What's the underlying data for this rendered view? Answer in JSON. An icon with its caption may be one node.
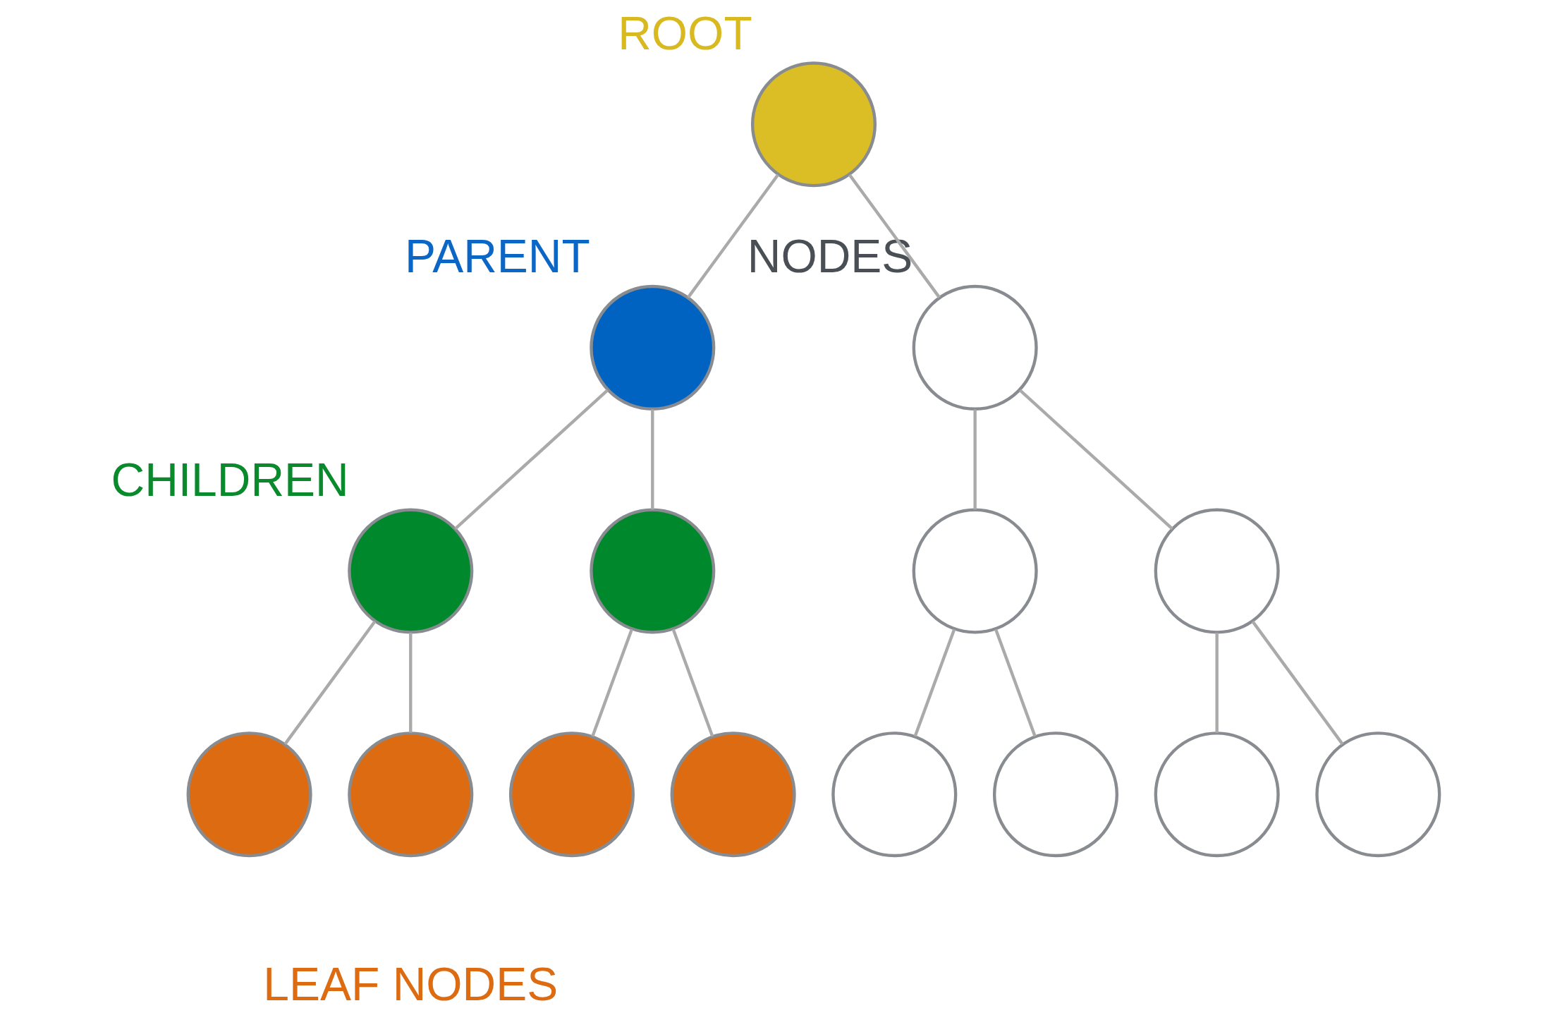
{
  "diagram": {
    "nodes": [
      {
        "text": [],
        "shape": "circle",
        "beside": [
          "ROOT"
        ]
      },
      {
        "text": [],
        "shape": "circle",
        "beside": [
          "PARENT"
        ]
      },
      {
        "text": [],
        "shape": "circle",
        "beside": [
          "NODES"
        ]
      },
      {
        "text": [],
        "shape": "circle",
        "beside": [
          "CHILDREN"
        ]
      },
      {
        "text": [],
        "shape": "circle"
      },
      {
        "text": [],
        "shape": "circle"
      },
      {
        "text": [],
        "shape": "circle"
      },
      {
        "text": [],
        "shape": "circle"
      },
      {
        "text": [],
        "shape": "circle"
      },
      {
        "text": [],
        "shape": "circle"
      },
      {
        "text": [],
        "shape": "circle"
      },
      {
        "text": [],
        "shape": "circle"
      },
      {
        "text": [],
        "shape": "circle"
      },
      {
        "text": [],
        "shape": "circle"
      },
      {
        "text": [],
        "shape": "circle"
      }
    ],
    "edges": [
      {
        "from": 0,
        "to": 1,
        "arrow": "none"
      },
      {
        "from": 0,
        "to": 2,
        "arrow": "none"
      },
      {
        "from": 1,
        "to": 3,
        "arrow": "none"
      },
      {
        "from": 1,
        "to": 4,
        "arrow": "none"
      },
      {
        "from": 2,
        "to": 5,
        "arrow": "none"
      },
      {
        "from": 2,
        "to": 6,
        "arrow": "none"
      },
      {
        "from": 3,
        "to": 7,
        "arrow": "none"
      },
      {
        "from": 3,
        "to": 8,
        "arrow": "none"
      },
      {
        "from": 4,
        "to": 9,
        "arrow": "none"
      },
      {
        "from": 4,
        "to": 10,
        "arrow": "none"
      },
      {
        "from": 5,
        "to": 11,
        "arrow": "none"
      },
      {
        "from": 5,
        "to": 12,
        "arrow": "none"
      },
      {
        "from": 6,
        "to": 13,
        "arrow": "none"
      },
      {
        "from": 6,
        "to": 14,
        "arrow": "none"
      }
    ],
    "labels": [
      "LEAF NODES"
    ]
  }
}
